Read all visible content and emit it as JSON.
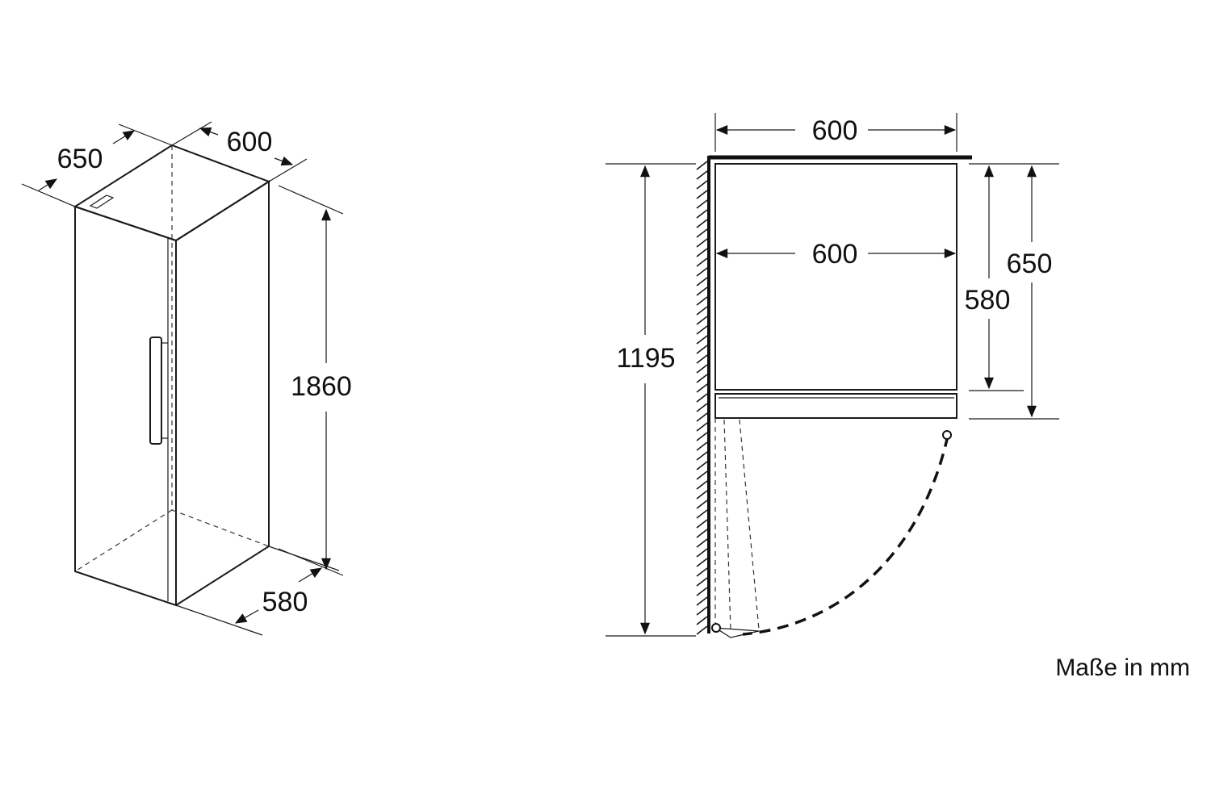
{
  "isometric_view": {
    "depth_label": "650",
    "width_label": "600",
    "height_label": "1860",
    "base_depth_label": "580"
  },
  "top_view": {
    "outer_width_label": "600",
    "inner_width_label": "600",
    "clearance_label": "1195",
    "body_depth_label": "580",
    "total_depth_label": "650"
  },
  "units_note": "Maße in mm"
}
